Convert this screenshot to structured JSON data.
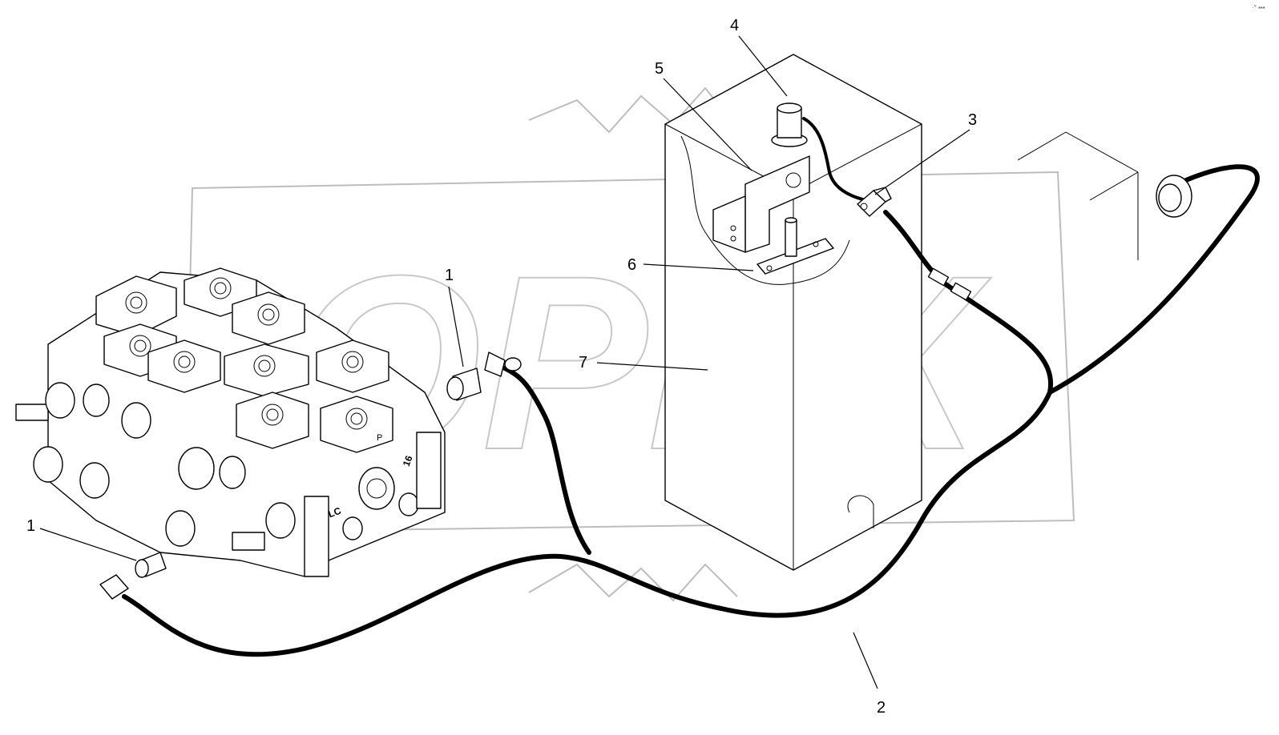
{
  "callouts": {
    "c1a": "1",
    "c1b": "1",
    "c2": "2",
    "c3": "3",
    "c4": "4",
    "c5": "5",
    "c6": "6",
    "c7": "7"
  },
  "watermark": "OPEX",
  "corner_mark": "·° ▪▪▪",
  "valve_marks": {
    "p": "P",
    "mark16": "16",
    "lc": "LC"
  }
}
